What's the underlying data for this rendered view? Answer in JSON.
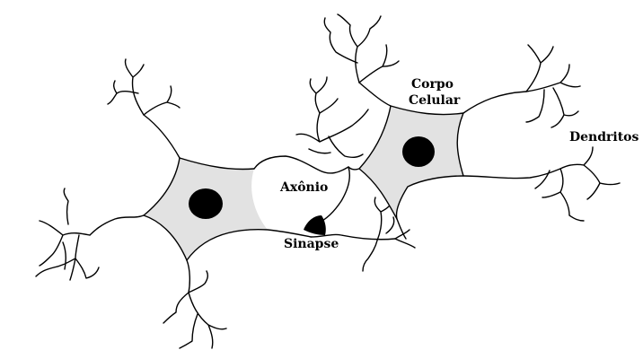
{
  "diagram": {
    "labels": {
      "corpo_celular_line1": "Corpo",
      "corpo_celular_line2": "Celular",
      "dendritos": "Dendritos",
      "axonio": "Axônio",
      "sinapse": "Sinapse"
    },
    "colors": {
      "soma_fill": "#e2e2e2",
      "outline": "#000000",
      "background": "#ffffff",
      "nucleus": "#000000"
    }
  }
}
